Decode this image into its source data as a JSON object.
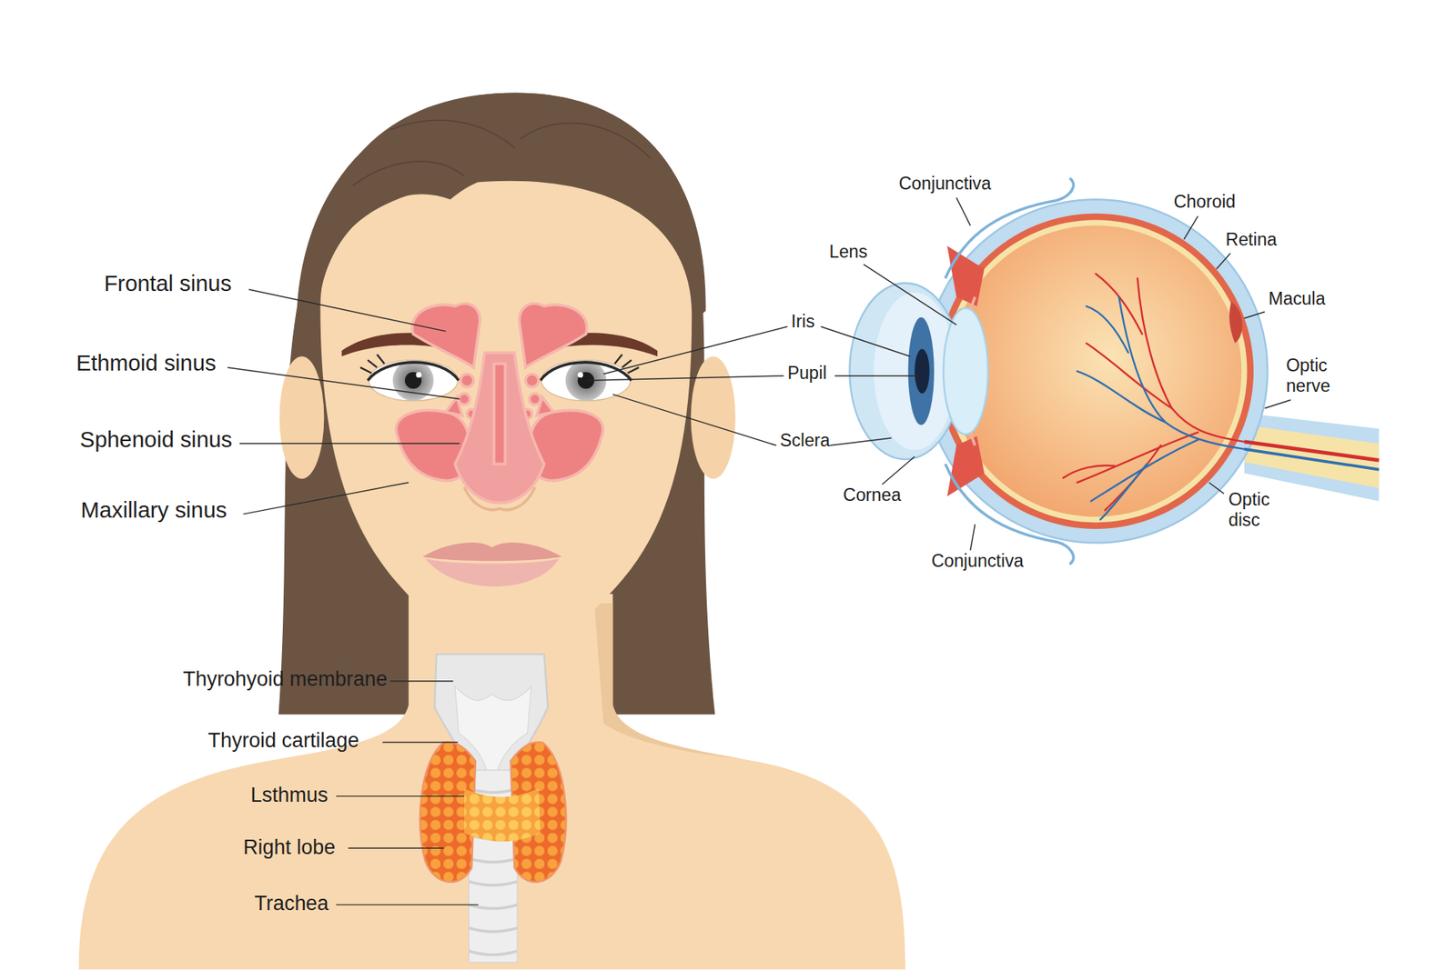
{
  "diagram": {
    "labels": [
      "Frontal sinus",
      "Ethmoid sinus",
      "Sphenoid sinus",
      "Maxillary sinus",
      "Thyrohyoid membrane",
      "Thyroid cartilage",
      "Lsthmus",
      "Right lobe",
      "Trachea",
      "Conjunctiva",
      "Lens",
      "Choroid",
      "Retina",
      "Macula",
      "Iris",
      "Pupil",
      "Optic nerve",
      "Sclera",
      "Cornea",
      "Optic disc",
      "Conjunctiva"
    ]
  }
}
